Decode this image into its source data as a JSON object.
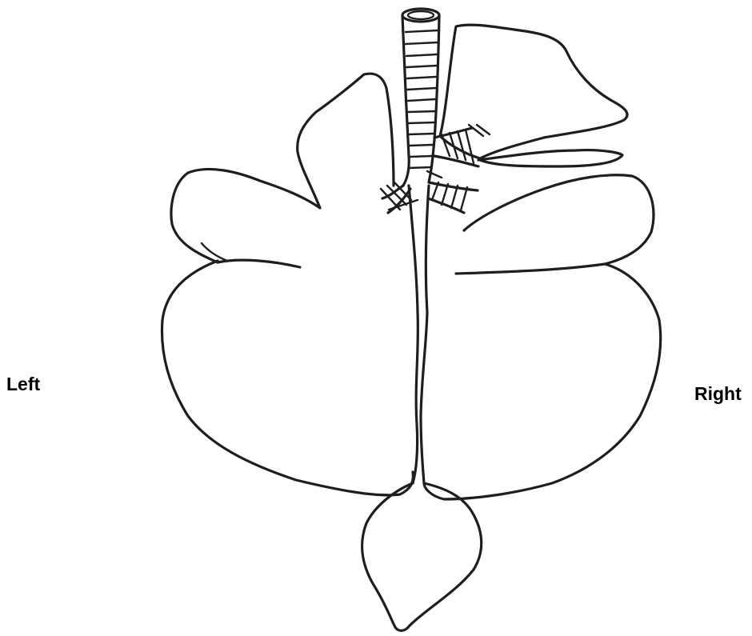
{
  "diagram": {
    "labels": {
      "left": "Left",
      "right": "Right"
    },
    "parts": [
      "trachea",
      "left-bronchus",
      "right-bronchi",
      "left-cranial-lobe",
      "left-caudal-lobe",
      "right-cranial-lobe",
      "right-middle-lobe",
      "right-caudal-lobe",
      "accessory-lobe",
      "mediastinal-midline"
    ],
    "colors": {
      "ink": "#1e1e1e",
      "background": "#ffffff"
    }
  }
}
